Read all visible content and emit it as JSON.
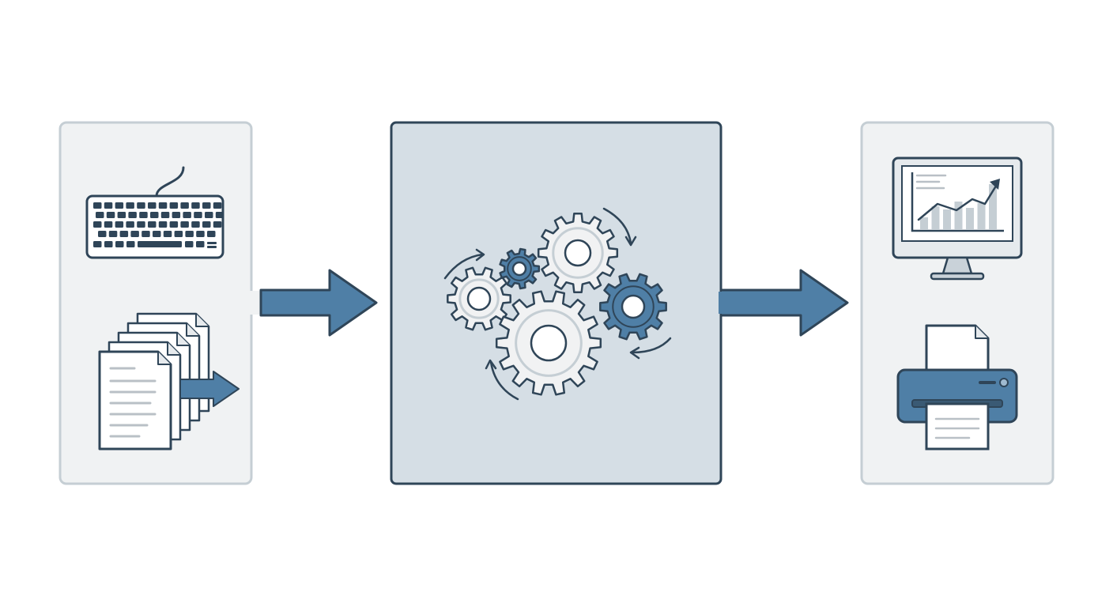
{
  "stages": [
    {
      "id": "input",
      "icons": [
        "keyboard-icon",
        "documents-icon"
      ]
    },
    {
      "id": "processing",
      "icons": [
        "gears-icon"
      ]
    },
    {
      "id": "output",
      "icons": [
        "monitor-chart-icon",
        "printer-icon"
      ]
    }
  ],
  "colors": {
    "outline": "#2f4558",
    "blue": "#4f7fa6",
    "side_fill": "#f0f2f3",
    "side_border": "#c5ced4",
    "center_fill": "#d5dee5",
    "gear_gray": "#f1f2f3",
    "paper": "#ffffff",
    "line_gray": "#b9c0c6"
  }
}
